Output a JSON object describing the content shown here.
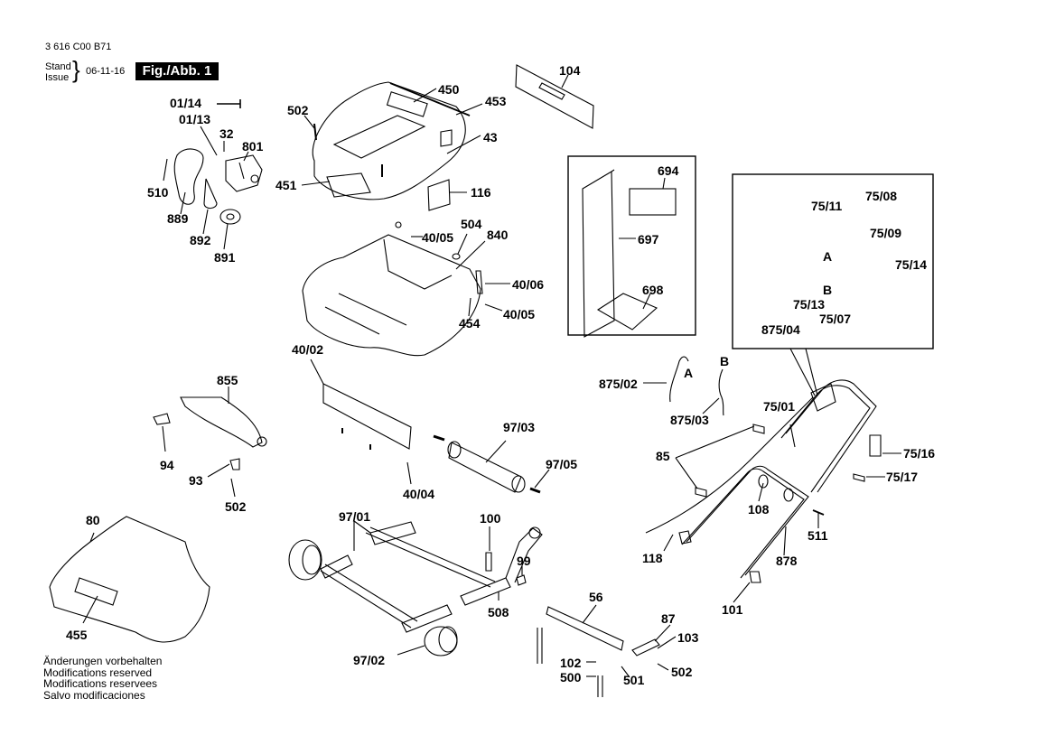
{
  "header": {
    "document_code": "3 616 C00 B71",
    "stand_label": "Stand",
    "issue_label": "Issue",
    "date": "06-11-16",
    "figure_label": "Fig./Abb. 1"
  },
  "footer_notes": [
    "Änderungen vorbehalten",
    "Modifications reserved",
    "Modifications reservees",
    "Salvo modificaciones"
  ],
  "inset_boxes": [
    {
      "name": "documentation-kit",
      "parts": [
        "694",
        "697",
        "698"
      ]
    },
    {
      "name": "switch-assembly",
      "parts": [
        "75/08",
        "75/11",
        "75/09",
        "75/14",
        "75/13",
        "75/07",
        "875/04",
        "A",
        "B"
      ]
    }
  ],
  "part_labels": {
    "p01_14": "01/14",
    "p01_13": "01/13",
    "p32": "32",
    "p801": "801",
    "p510": "510",
    "p889": "889",
    "p892": "892",
    "p891": "891",
    "p502a": "502",
    "p451": "451",
    "p450": "450",
    "p453": "453",
    "p43": "43",
    "p104": "104",
    "p116": "116",
    "p40_05a": "40/05",
    "p504": "504",
    "p840": "840",
    "p40_06": "40/06",
    "p40_05b": "40/05",
    "p454": "454",
    "p694": "694",
    "p697": "697",
    "p698": "698",
    "p75_11": "75/11",
    "p75_08": "75/08",
    "p75_09": "75/09",
    "p75_14": "75/14",
    "pA1": "A",
    "pB1": "B",
    "p75_13": "75/13",
    "p75_07": "75/07",
    "p875_04": "875/04",
    "p40_02": "40/02",
    "p855": "855",
    "p94": "94",
    "p93": "93",
    "p502b": "502",
    "p97_03": "97/03",
    "p97_05": "97/05",
    "p40_04": "40/04",
    "p875_02": "875/02",
    "pA2": "A",
    "pB2": "B",
    "p875_03": "875/03",
    "p75_01": "75/01",
    "p85": "85",
    "p75_16": "75/16",
    "p75_17": "75/17",
    "p108": "108",
    "p511": "511",
    "p118": "118",
    "p878": "878",
    "p101": "101",
    "p80": "80",
    "p455": "455",
    "p97_01": "97/01",
    "p100": "100",
    "p99": "99",
    "p508": "508",
    "p56": "56",
    "p87": "87",
    "p103": "103",
    "p97_02": "97/02",
    "p102": "102",
    "p500": "500",
    "p501": "501",
    "p502c": "502"
  }
}
